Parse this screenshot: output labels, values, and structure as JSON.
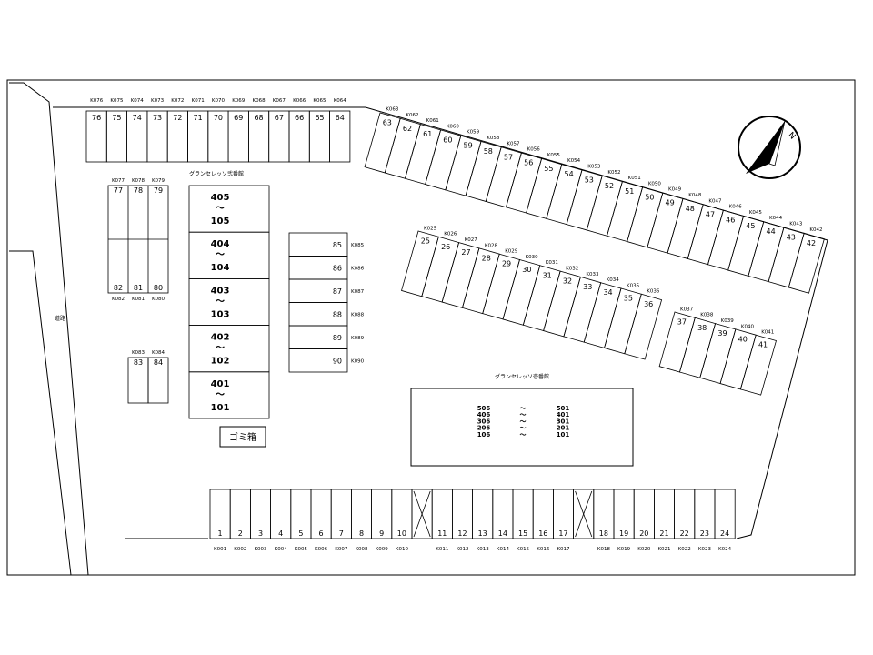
{
  "map": {
    "road_label": "道路",
    "north_label": "N",
    "garbage_label": "ゴミ箱",
    "building_a": {
      "label": "グランセレッソ弐番館",
      "units": [
        {
          "top": "405",
          "sep": "～",
          "bottom": "105"
        },
        {
          "top": "404",
          "sep": "～",
          "bottom": "104"
        },
        {
          "top": "403",
          "sep": "～",
          "bottom": "103"
        },
        {
          "top": "402",
          "sep": "～",
          "bottom": "102"
        },
        {
          "top": "401",
          "sep": "～",
          "bottom": "101"
        }
      ]
    },
    "building_b": {
      "label": "グランセレッソ壱番館",
      "rows": [
        {
          "left": "506",
          "sep": "～",
          "right": "501"
        },
        {
          "left": "406",
          "sep": "～",
          "right": "401"
        },
        {
          "left": "306",
          "sep": "～",
          "right": "301"
        },
        {
          "left": "206",
          "sep": "～",
          "right": "201"
        },
        {
          "left": "106",
          "sep": "～",
          "right": "101"
        }
      ]
    },
    "top_row": {
      "codes": [
        "K076",
        "K075",
        "K074",
        "K073",
        "K072",
        "K071",
        "K070",
        "K069",
        "K068",
        "K067",
        "K066",
        "K065",
        "K064"
      ],
      "numbers": [
        "76",
        "75",
        "74",
        "73",
        "72",
        "71",
        "70",
        "69",
        "68",
        "67",
        "66",
        "65",
        "64"
      ]
    },
    "diag_row": {
      "codes": [
        "K063",
        "K062",
        "K061",
        "K060",
        "K059",
        "K058",
        "K057",
        "K056",
        "K055",
        "K054",
        "K053",
        "K052",
        "K051",
        "K050",
        "K049",
        "K048",
        "K047",
        "K046",
        "K045",
        "K044",
        "K043",
        "K042"
      ],
      "numbers": [
        "63",
        "62",
        "61",
        "60",
        "59",
        "58",
        "57",
        "56",
        "55",
        "54",
        "53",
        "52",
        "51",
        "50",
        "49",
        "48",
        "47",
        "46",
        "45",
        "44",
        "43",
        "42"
      ]
    },
    "mid_row": {
      "codes": [
        "K025",
        "K026",
        "K027",
        "K028",
        "K029",
        "K030",
        "K031",
        "K032",
        "K033",
        "K034",
        "K035",
        "K036"
      ],
      "numbers": [
        "25",
        "26",
        "27",
        "28",
        "29",
        "30",
        "31",
        "32",
        "33",
        "34",
        "35",
        "36"
      ]
    },
    "small_row": {
      "codes": [
        "K037",
        "K038",
        "K039",
        "K040",
        "K041"
      ],
      "numbers": [
        "37",
        "38",
        "39",
        "40",
        "41"
      ]
    },
    "left_block": {
      "top_codes": [
        "K077",
        "K078",
        "K079"
      ],
      "top_numbers": [
        "77",
        "78",
        "79"
      ],
      "bottom_numbers": [
        "82",
        "81",
        "80"
      ],
      "bottom_codes": [
        "K082",
        "K081",
        "K080"
      ]
    },
    "pair_block": {
      "codes": [
        "K083",
        "K084"
      ],
      "numbers": [
        "83",
        "84"
      ]
    },
    "side_block": {
      "numbers": [
        "85",
        "86",
        "87",
        "88",
        "89",
        "90"
      ],
      "codes": [
        "K085",
        "K086",
        "K087",
        "K088",
        "K089",
        "K090"
      ]
    },
    "bottom_row": {
      "numbers": [
        "1",
        "2",
        "3",
        "4",
        "5",
        "6",
        "7",
        "8",
        "9",
        "10",
        "",
        "11",
        "12",
        "13",
        "14",
        "15",
        "16",
        "17",
        "",
        "18",
        "19",
        "20",
        "21",
        "22",
        "23",
        "24"
      ],
      "codes": [
        "K001",
        "K002",
        "K003",
        "K004",
        "K005",
        "K006",
        "K007",
        "K008",
        "K009",
        "K010",
        "",
        "K011",
        "K012",
        "K013",
        "K014",
        "K015",
        "K016",
        "K017",
        "",
        "K018",
        "K019",
        "K020",
        "K021",
        "K022",
        "K023",
        "K024"
      ]
    }
  }
}
